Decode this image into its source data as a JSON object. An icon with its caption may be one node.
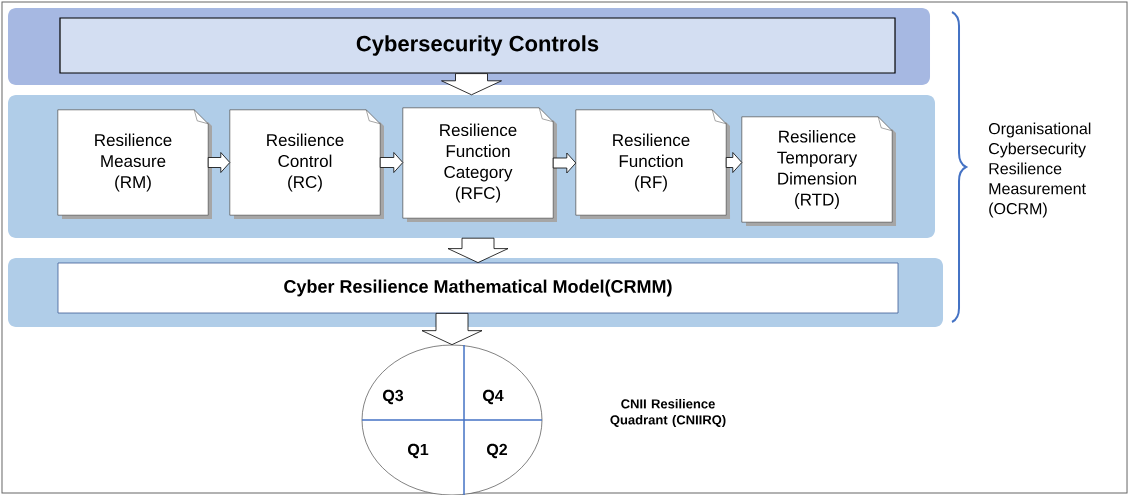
{
  "diagram": {
    "nodes": [
      {
        "text": [],
        "shape": "box"
      },
      {
        "text": [
          "Cybersecurity Controls"
        ],
        "in": 0
      },
      {
        "text": [],
        "shape": "box"
      },
      {
        "text": [
          "Resilience Measure (RM)"
        ],
        "in": 2
      },
      {
        "text": [
          "Resilience Control (RC)"
        ],
        "in": 2
      },
      {
        "text": [
          "Resilience Function Category (RFC)"
        ],
        "in": 2
      },
      {
        "text": [
          "Resilience Function (RF)"
        ],
        "in": 2
      },
      {
        "text": [
          "Resilience Temporary Dimension (RTD)"
        ],
        "in": 2
      },
      {
        "text": [],
        "shape": "box"
      },
      {
        "text": [
          "Cyber Resilience Mathematical Model(CRMM)"
        ],
        "in": 8
      },
      {
        "text": [
          "Q3",
          "Q4",
          "Q1",
          "Q2"
        ]
      }
    ],
    "edges": [
      {
        "from": 1,
        "to": 2,
        "arrow": "to"
      },
      {
        "from": 3,
        "to": 4,
        "arrow": "to"
      },
      {
        "from": 4,
        "to": 5,
        "arrow": "to"
      },
      {
        "from": 5,
        "to": 6,
        "arrow": "to"
      },
      {
        "from": 6,
        "to": 7,
        "arrow": "to"
      },
      {
        "from": 2,
        "to": 9,
        "arrow": "to"
      },
      {
        "from": 9,
        "to": 10,
        "arrow": "to"
      }
    ],
    "labels": [
      "Organisational Cybersecurity Resilience Measurement (OCRM)",
      "CNII Resilience Quadrant (CNIIRQ)"
    ]
  }
}
